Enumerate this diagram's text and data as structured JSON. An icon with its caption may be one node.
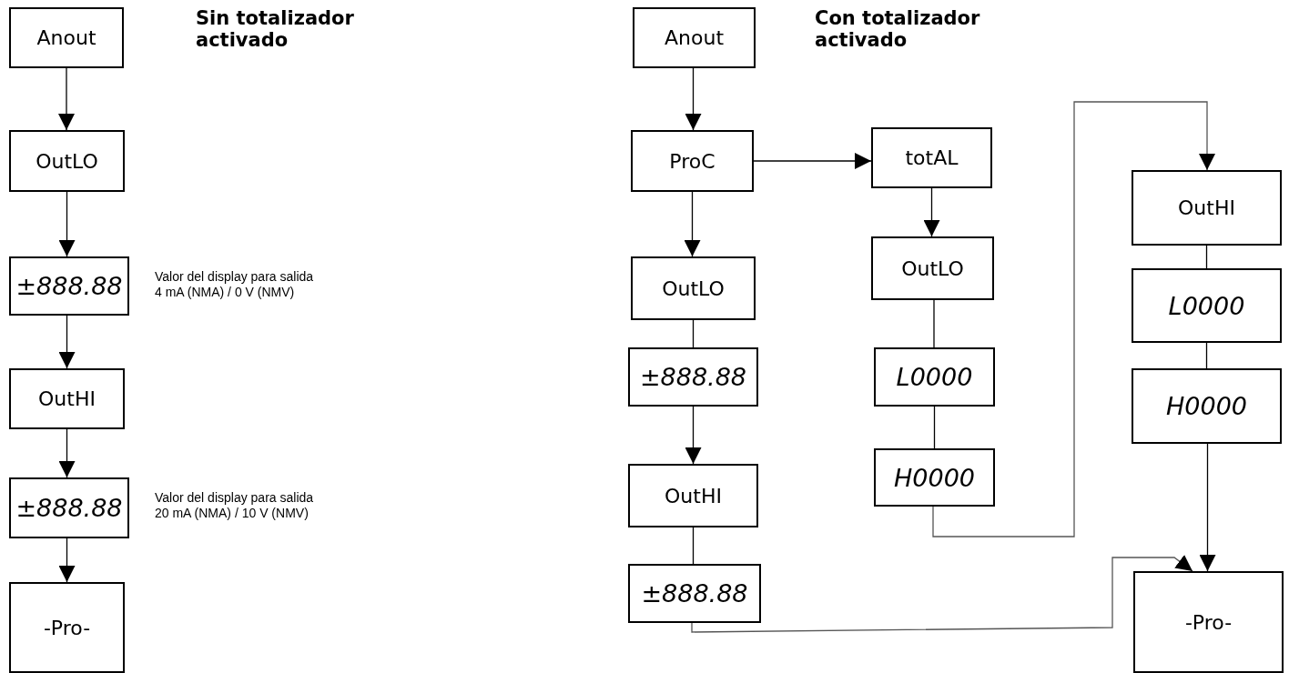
{
  "diagram": {
    "nodes": [
      {
        "text": [
          "Anout"
        ]
      },
      {
        "text": [
          "OutLO"
        ]
      },
      {
        "text": [
          "±888.88"
        ],
        "beside": [
          "Valor del display para salida 4 mA (NMA) / 0 V (NMV)"
        ]
      },
      {
        "text": [
          "OutHI"
        ]
      },
      {
        "text": [
          "±888.88"
        ],
        "beside": [
          "Valor del display para salida 20 mA (NMA) / 10 V (NMV)"
        ]
      },
      {
        "text": [
          "-Pro-"
        ]
      },
      {
        "text": [
          "Anout"
        ]
      },
      {
        "text": [
          "ProC"
        ]
      },
      {
        "text": [
          "OutLO"
        ]
      },
      {
        "text": [
          "±888.88"
        ]
      },
      {
        "text": [
          "OutHI"
        ]
      },
      {
        "text": [
          "±888.88"
        ]
      },
      {
        "text": [
          "totAL"
        ]
      },
      {
        "text": [
          "OutLO"
        ]
      },
      {
        "text": [
          "L0000"
        ]
      },
      {
        "text": [
          "H0000"
        ]
      },
      {
        "text": [
          "OutHI"
        ]
      },
      {
        "text": [
          "L0000"
        ]
      },
      {
        "text": [
          "H0000"
        ]
      },
      {
        "text": [
          "-Pro-"
        ]
      }
    ],
    "edges": [
      {
        "from": 0,
        "to": 1,
        "arrow": "to"
      },
      {
        "from": 1,
        "to": 2,
        "arrow": "to"
      },
      {
        "from": 2,
        "to": 3,
        "arrow": "to"
      },
      {
        "from": 3,
        "to": 4,
        "arrow": "to"
      },
      {
        "from": 4,
        "to": 5,
        "arrow": "to"
      },
      {
        "from": 6,
        "to": 7,
        "arrow": "to"
      },
      {
        "from": 7,
        "to": 12,
        "arrow": "to"
      },
      {
        "from": 7,
        "to": 8,
        "arrow": "to"
      },
      {
        "from": 8,
        "to": 9,
        "arrow": "none"
      },
      {
        "from": 9,
        "to": 10,
        "arrow": "to"
      },
      {
        "from": 10,
        "to": 11,
        "arrow": "none"
      },
      {
        "from": 11,
        "to": 19,
        "arrow": "to"
      },
      {
        "from": 12,
        "to": 13,
        "arrow": "to"
      },
      {
        "from": 13,
        "to": 14,
        "arrow": "none"
      },
      {
        "from": 14,
        "to": 15,
        "arrow": "none"
      },
      {
        "from": 15,
        "to": 16,
        "arrow": "to"
      },
      {
        "from": 16,
        "to": 17,
        "arrow": "none"
      },
      {
        "from": 17,
        "to": 18,
        "arrow": "none"
      },
      {
        "from": 18,
        "to": 19,
        "arrow": "to"
      }
    ],
    "labels": [
      "Sin totalizador activado",
      "Con totalizador activado"
    ]
  }
}
